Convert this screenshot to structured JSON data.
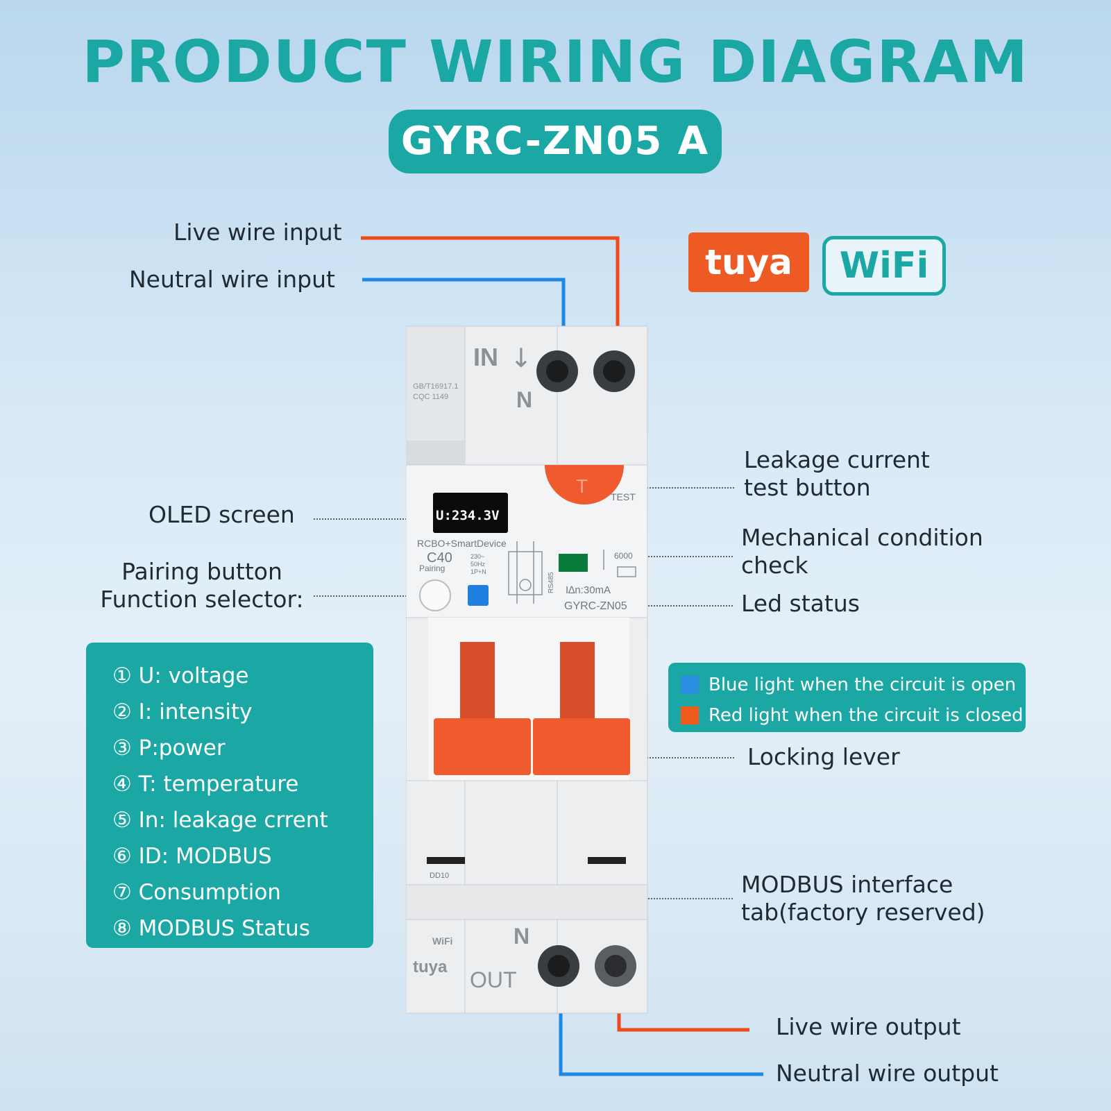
{
  "title": "PRODUCT WIRING DIAGRAM",
  "model": "GYRC-ZN05 A",
  "logos": {
    "tuya": "tuya",
    "wifi": "WiFi"
  },
  "labels": {
    "live_in": "Live wire input",
    "neutral_in": "Neutral wire input",
    "leakage_line1": "Leakage current",
    "leakage_line2": "test button",
    "oled": "OLED screen",
    "mech_line1": "Mechanical condition",
    "mech_line2": "check",
    "pairing_line1": "Pairing button",
    "pairing_line2": "Function selector:",
    "led_status": "Led status",
    "locking_lever": "Locking lever",
    "modbus_line1": "MODBUS interface",
    "modbus_line2": "tab(factory reserved)",
    "live_out": "Live wire output",
    "neutral_out": "Neutral wire output"
  },
  "functions": [
    "① U:  voltage",
    "② I:  intensity",
    "③ P:power",
    "④ T: temperature",
    "⑤ In:  leakage crrent",
    "⑥ ID: MODBUS",
    "⑦ Consumption",
    "⑧ MODBUS Status"
  ],
  "legend": [
    {
      "text": "Blue light when the circuit is open",
      "color": "#2a8fe0"
    },
    {
      "text": "Red light when the circuit is closed",
      "color": "#f05a1a"
    }
  ],
  "device": {
    "in_label": "IN",
    "n_top": "N",
    "cert_line1": "GB/T16917.1",
    "cert_line2": "CQC 1149",
    "screen": "U:234.3V",
    "product_line": "RCBO+SmartDevice",
    "rating": "C40",
    "pairing": "Pairing",
    "specs_line1": "230~",
    "specs_line2": "50Hz",
    "specs_line3": "1P+N",
    "rs485": "RS485",
    "test_glyph": "T",
    "test": "TEST",
    "cap": "6000",
    "leak": "I∆n:30mA",
    "model_small": "GYRC-ZN05",
    "dd10": "DD10",
    "n_bottom": "N",
    "out_label": "OUT",
    "wifi_small": "WiFi",
    "tuya_small": "tuya"
  },
  "colors": {
    "teal": "#1ba7a4",
    "live": "#ef4a1e",
    "neutral": "#1e88e5",
    "lever": "#ef5a2f"
  }
}
